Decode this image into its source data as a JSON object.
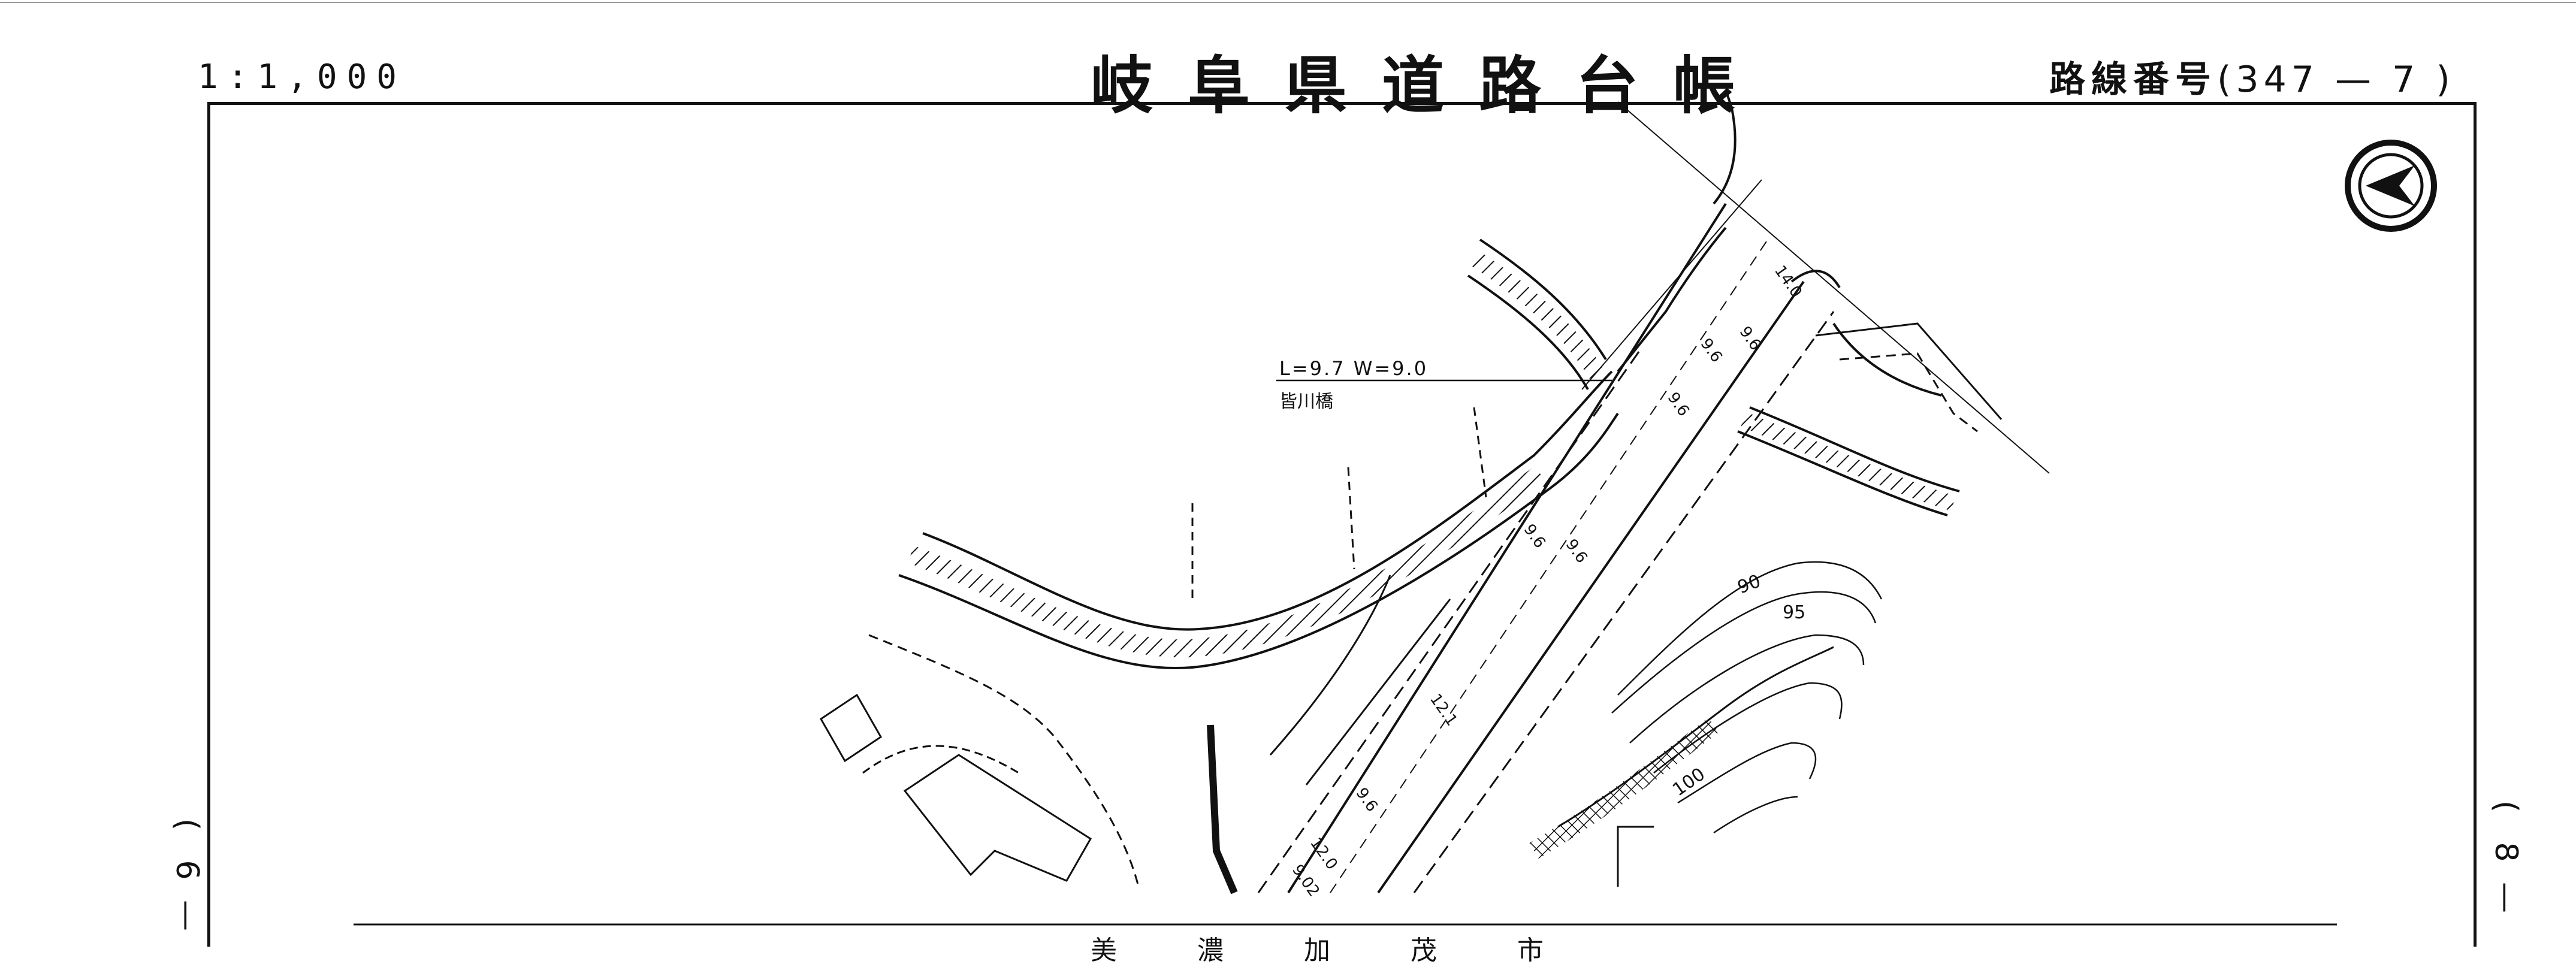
{
  "header": {
    "scale": "1:1,000",
    "title": "岐阜県道路台帳",
    "route_label": "路線番号",
    "route_number": "(347 — 7 )"
  },
  "bridge": {
    "dimensions": "L=9.7 W=9.0",
    "name": "皆川橋"
  },
  "side_markers": {
    "left": [
      "(",
      "6",
      "—"
    ],
    "right": [
      "(",
      "8",
      "—"
    ]
  },
  "contours": [
    "90",
    "95",
    "100"
  ],
  "road_width_marks": [
    "14.0",
    "9.6",
    "9.6",
    "9.6",
    "9.6",
    "9.6",
    "12.1",
    "9.6",
    "12.0",
    "9.02"
  ],
  "footer": {
    "municipality": "美 濃 加 茂 市"
  },
  "icons": {
    "north_arrow": "north-arrow-icon"
  }
}
